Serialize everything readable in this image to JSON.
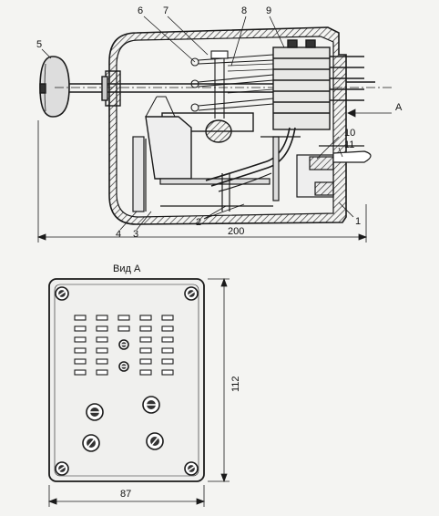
{
  "top_view": {
    "labels": [
      "1",
      "2",
      "3",
      "4",
      "5",
      "6",
      "7",
      "8",
      "9",
      "10",
      "11"
    ],
    "dimension_width": "200",
    "view_arrow_label": "A"
  },
  "bottom_view": {
    "title": "Вид А",
    "dimension_width": "87",
    "dimension_height": "112"
  },
  "colors": {
    "ink": "#1a1a1a",
    "paper": "#f4f4f2",
    "hatch": "#555555"
  }
}
